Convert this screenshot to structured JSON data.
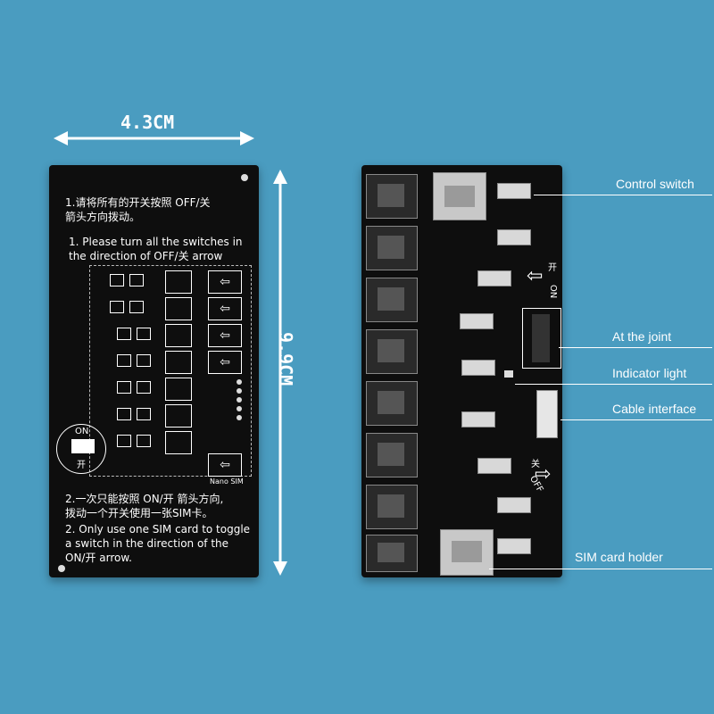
{
  "dimensions": {
    "width": "4.3CM",
    "height": "9.9CM"
  },
  "front": {
    "cn_instr_1": "1.请将所有的开关按照  OFF/关\n箭头方向拨动。",
    "en_instr_1": "1. Please turn all the switches in\nthe direction of OFF/关 arrow",
    "switch_on": "ON",
    "switch_kai": "开",
    "nano_sim": "Nano SIM",
    "cn_instr_2": "2.一次只能按照 ON/开 箭头方向,\n拨动一个开关使用一张SIM卡。",
    "en_instr_2": "2. Only use one SIM card to toggle\na switch in the direction of the\nON/开 arrow."
  },
  "back": {
    "on_arrow_label": "开",
    "on_text": "ON",
    "off_arrow_label": "关",
    "off_text": "OFF"
  },
  "callouts": {
    "control_switch": "Control switch",
    "at_the_joint": "At the joint",
    "indicator_light": "Indicator light",
    "cable_interface": "Cable interface",
    "sim_card_holder": "SIM card holder"
  },
  "colors": {
    "background": "#4a9cc0",
    "board": "#0e0e0e",
    "ink": "#ffffff"
  }
}
